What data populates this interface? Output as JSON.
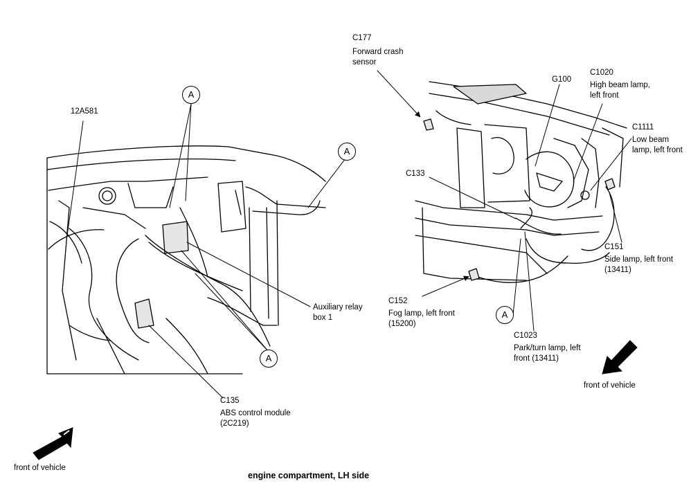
{
  "caption": "engine compartment, LH side",
  "callout_letter": "A",
  "front_of_vehicle": "front of vehicle",
  "labels": {
    "c177": {
      "id": "C177",
      "lines": [
        "Forward crash",
        "sensor"
      ]
    },
    "part_12a581": {
      "id": "12A581"
    },
    "g100": {
      "id": "G100"
    },
    "c1020": {
      "id": "C1020",
      "lines": [
        "High beam lamp,",
        "left front"
      ]
    },
    "c1111": {
      "id": "C1111",
      "lines": [
        "Low beam",
        "lamp, left front"
      ]
    },
    "c133": {
      "id": "C133"
    },
    "c151": {
      "id": "C151",
      "lines": [
        "Side lamp, left front",
        "(13411)"
      ]
    },
    "aux_relay": {
      "lines": [
        "Auxiliary relay",
        "box 1"
      ]
    },
    "c152": {
      "id": "C152",
      "lines": [
        "Fog lamp, left front",
        "(15200)"
      ]
    },
    "c1023": {
      "id": "C1023",
      "lines": [
        "Park/turn lamp, left",
        "front (13411)"
      ]
    },
    "c135": {
      "id": "C135",
      "lines": [
        "ABS control module",
        "(2C219)"
      ]
    }
  },
  "colors": {
    "ink": "#000000",
    "paper": "#ffffff",
    "shade": "#d9d9d9"
  }
}
